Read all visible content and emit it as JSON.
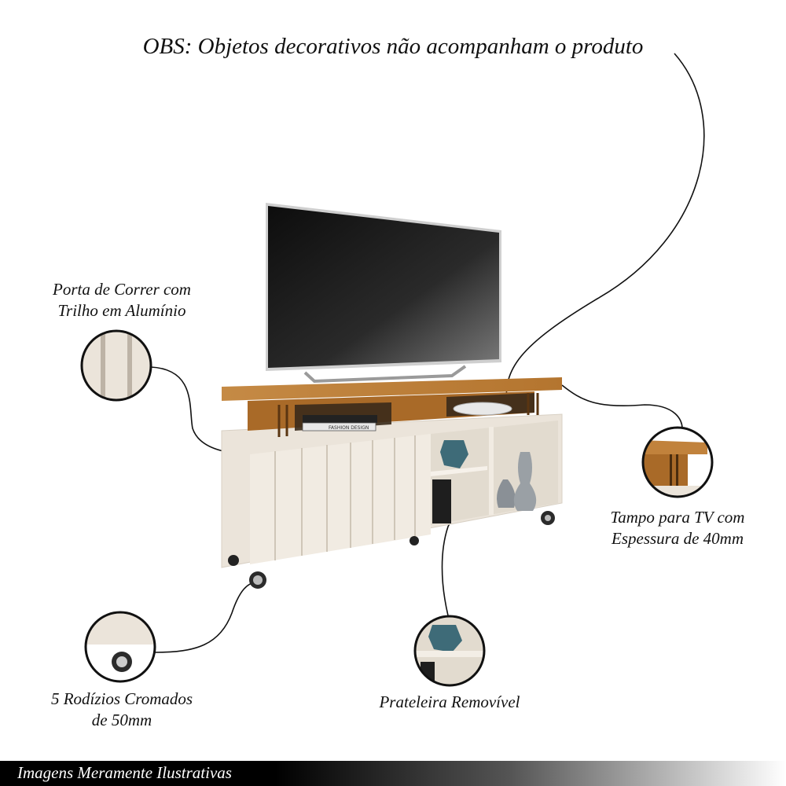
{
  "notice": "OBS: Objetos decorativos não acompanham o produto",
  "features": {
    "door": {
      "line1": "Porta de Correr com",
      "line2": "Trilho em Alumínio"
    },
    "top": {
      "line1": "Tampo para TV com",
      "line2": "Espessura de 40mm"
    },
    "casters": {
      "line1": "5 Rodízios Cromados",
      "line2": "de 50mm"
    },
    "shelf": {
      "line1": "Prateleira Removível"
    }
  },
  "book_title": "FASHION DESIGN",
  "footer": "Imagens Meramente Ilustrativas",
  "colors": {
    "wood": "#b7762f",
    "body": "#ebe4da",
    "screen": "#1c1c1c"
  }
}
